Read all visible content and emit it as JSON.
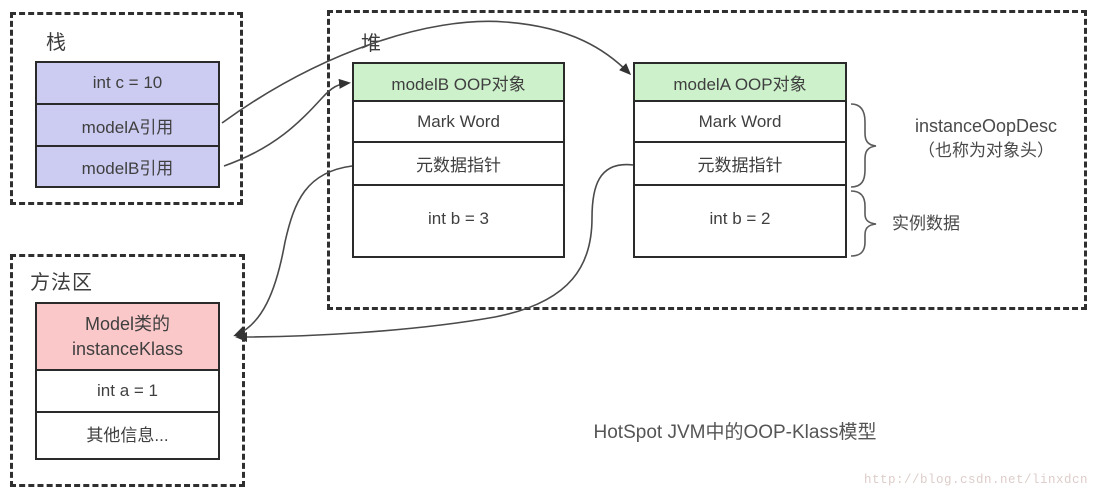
{
  "title": "HotSpot JVM中的OOP-Klass模型",
  "watermark": "http://blog.csdn.net/linxdcn",
  "stack": {
    "label": "栈",
    "cells": [
      "int c = 10",
      "modelA引用",
      "modelB引用"
    ]
  },
  "heap": {
    "label": "堆",
    "modelB": {
      "header": "modelB OOP对象",
      "rows": [
        "Mark Word",
        "元数据指针",
        "int b = 3"
      ]
    },
    "modelA": {
      "header": "modelA OOP对象",
      "rows": [
        "Mark Word",
        "元数据指针",
        "int b = 2"
      ]
    }
  },
  "method_area": {
    "label": "方法区",
    "klass_line1": "Model类的",
    "klass_line2": "instanceKlass",
    "cells": [
      "int a = 1",
      "其他信息..."
    ]
  },
  "annotations": {
    "oop_desc_line1": "instanceOopDesc",
    "oop_desc_line2": "（也称为对象头）",
    "instance_data": "实例数据"
  },
  "colors": {
    "lavender": "#ccccf2",
    "green": "#cdf2cb",
    "pink": "#fbc8ca",
    "line": "#4a4a4a",
    "border": "#2a2a2a",
    "watermark": "#ddcdca"
  }
}
